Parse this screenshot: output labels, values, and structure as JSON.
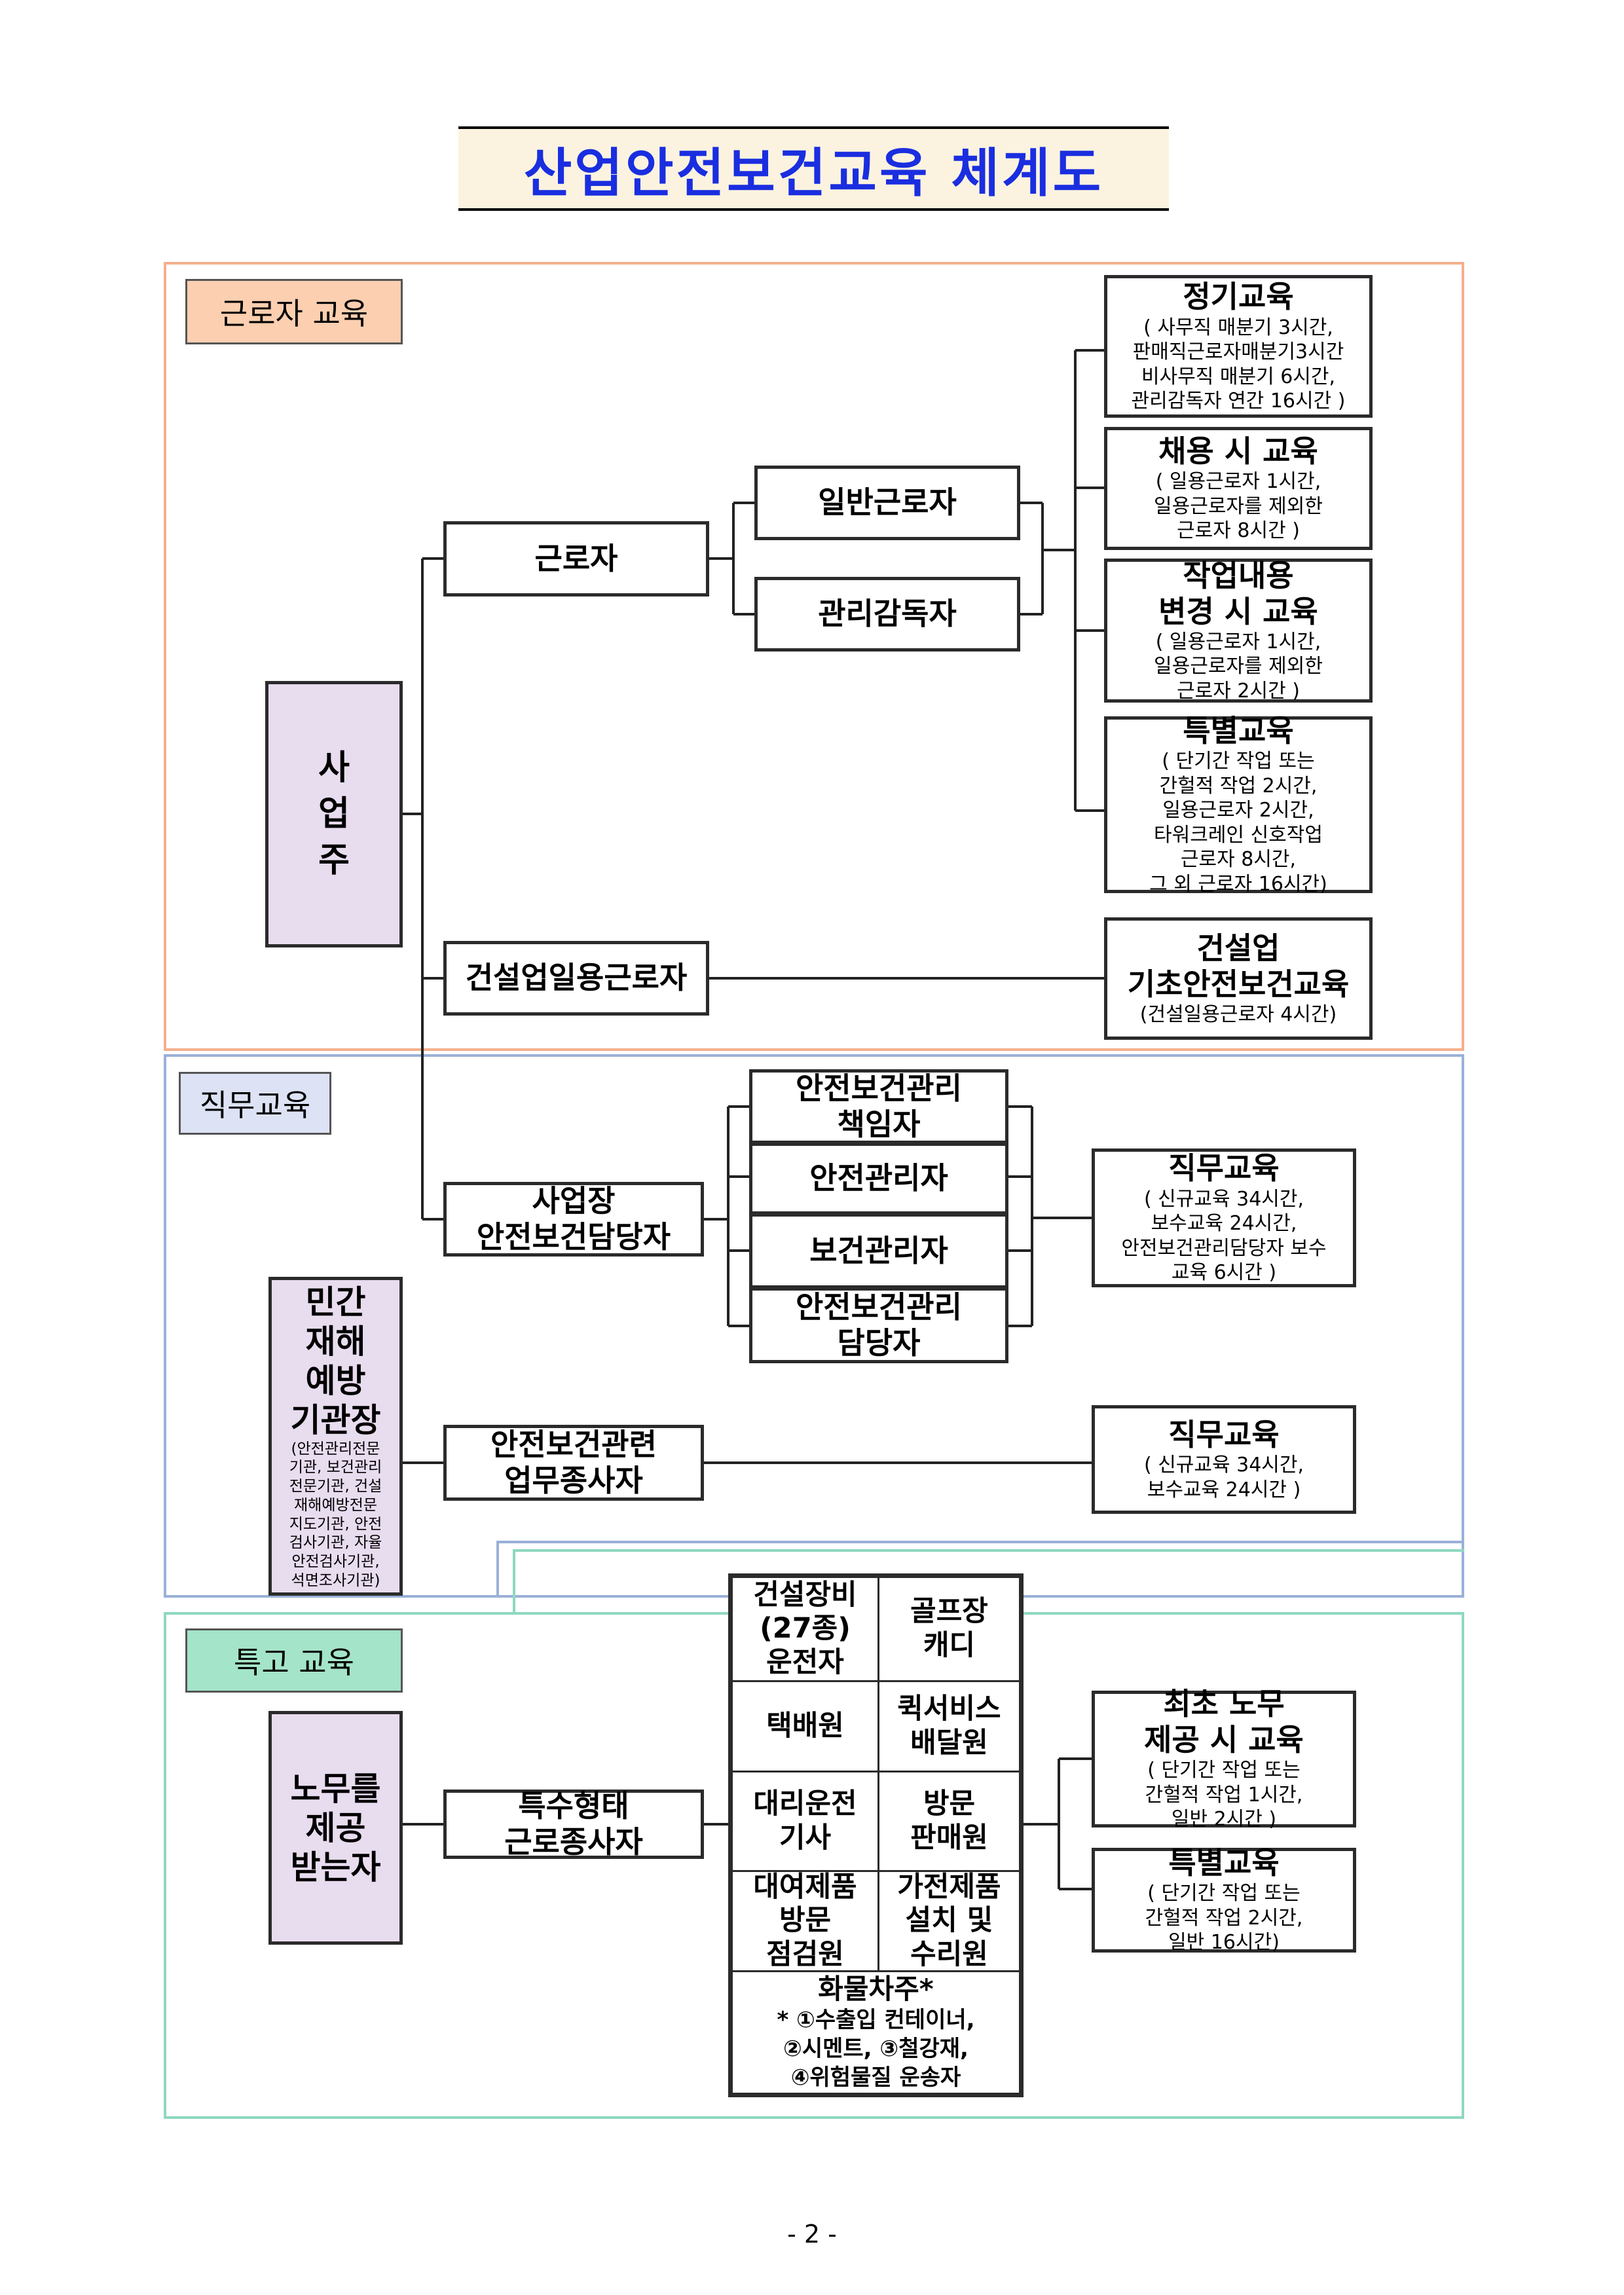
{
  "title": "산업안전보건교육 체계도",
  "page_number": "- 2 -",
  "colors": {
    "title_text": "#1a2ee0",
    "title_bg": "#fbf3df",
    "worker_section": "#f4b08c",
    "job_section": "#9ab0d8",
    "special_section": "#8ed8c0",
    "worker_tag_bg": "#fbcfb0",
    "job_tag_bg": "#dde3f4",
    "special_tag_bg": "#a4e4c8",
    "employer_box_bg": "#e8dcef"
  },
  "sections": {
    "worker": {
      "label": "근로자 교육",
      "employer": "사\n업\n주",
      "worker": "근로자",
      "general_worker": "일반근로자",
      "supervisor": "관리감독자",
      "construction_daily": "건설업일용근로자",
      "regular_edu": {
        "title": "정기교육",
        "detail": "( 사무직 매분기 3시간,\n판매직근로자매분기3시간\n비사무직 매분기 6시간,\n관리감독자 연간 16시간 )"
      },
      "hiring_edu": {
        "title": "채용 시 교육",
        "detail": "( 일용근로자 1시간,\n일용근로자를 제외한\n근로자 8시간 )"
      },
      "change_edu": {
        "title": "작업내용\n변경 시 교육",
        "detail": "( 일용근로자 1시간,\n일용근로자를 제외한\n근로자 2시간 )"
      },
      "special_edu": {
        "title": "특별교육",
        "detail": "( 단기간 작업 또는\n간헐적 작업 2시간,\n일용근로자 2시간,\n타워크레인 신호작업\n근로자 8시간,\n그 외 근로자 16시간)"
      },
      "construction_edu": {
        "title": "건설업\n기초안전보건교육",
        "detail": "(건설일용근로자 4시간)"
      }
    },
    "job": {
      "label": "직무교육",
      "site_manager": "사업장\n안전보건담당자",
      "roles": [
        "안전보건관리\n책임자",
        "안전관리자",
        "보건관리자",
        "안전보건관리\n담당자"
      ],
      "job_edu_1": {
        "title": "직무교육",
        "detail": "( 신규교육 34시간,\n보수교육 24시간,\n안전보건관리담당자 보수\n교육 6시간 )"
      },
      "private_agency": "민간\n재해\n예방\n기관장",
      "private_agency_detail": "(안전관리전문\n기관, 보건관리\n전문기관, 건설\n재해예방전문\n지도기관, 안전\n검사기관, 자율\n안전검사기관,\n석면조사기관)",
      "related_worker": "안전보건관련\n업무종사자",
      "job_edu_2": {
        "title": "직무교육",
        "detail": "( 신규교육 34시간,\n보수교육 24시간 )"
      }
    },
    "special": {
      "label": "특고 교육",
      "labor_receiver": "노무를\n제공\n받는자",
      "special_worker": "특수형태\n근로종사자",
      "grid": [
        [
          "건설장비\n(27종)\n운전자",
          "골프장\n캐디"
        ],
        [
          "택배원",
          "퀵서비스\n배달원"
        ],
        [
          "대리운전\n기사",
          "방문\n판매원"
        ],
        [
          "대여제품\n방문\n점검원",
          "가전제품\n설치 및\n수리원"
        ]
      ],
      "freight": {
        "title": "화물차주*",
        "detail": "* ①수출입 컨테이너,\n②시멘트, ③철강재,\n④위험물질 운송자"
      },
      "first_edu": {
        "title": "최초 노무\n제공 시 교육",
        "detail": "( 단기간 작업 또는\n간헐적 작업 1시간,\n일반 2시간 )"
      },
      "special_edu": {
        "title": "특별교육",
        "detail": "( 단기간 작업 또는\n간헐적 작업 2시간,\n일반 16시간)"
      }
    }
  }
}
